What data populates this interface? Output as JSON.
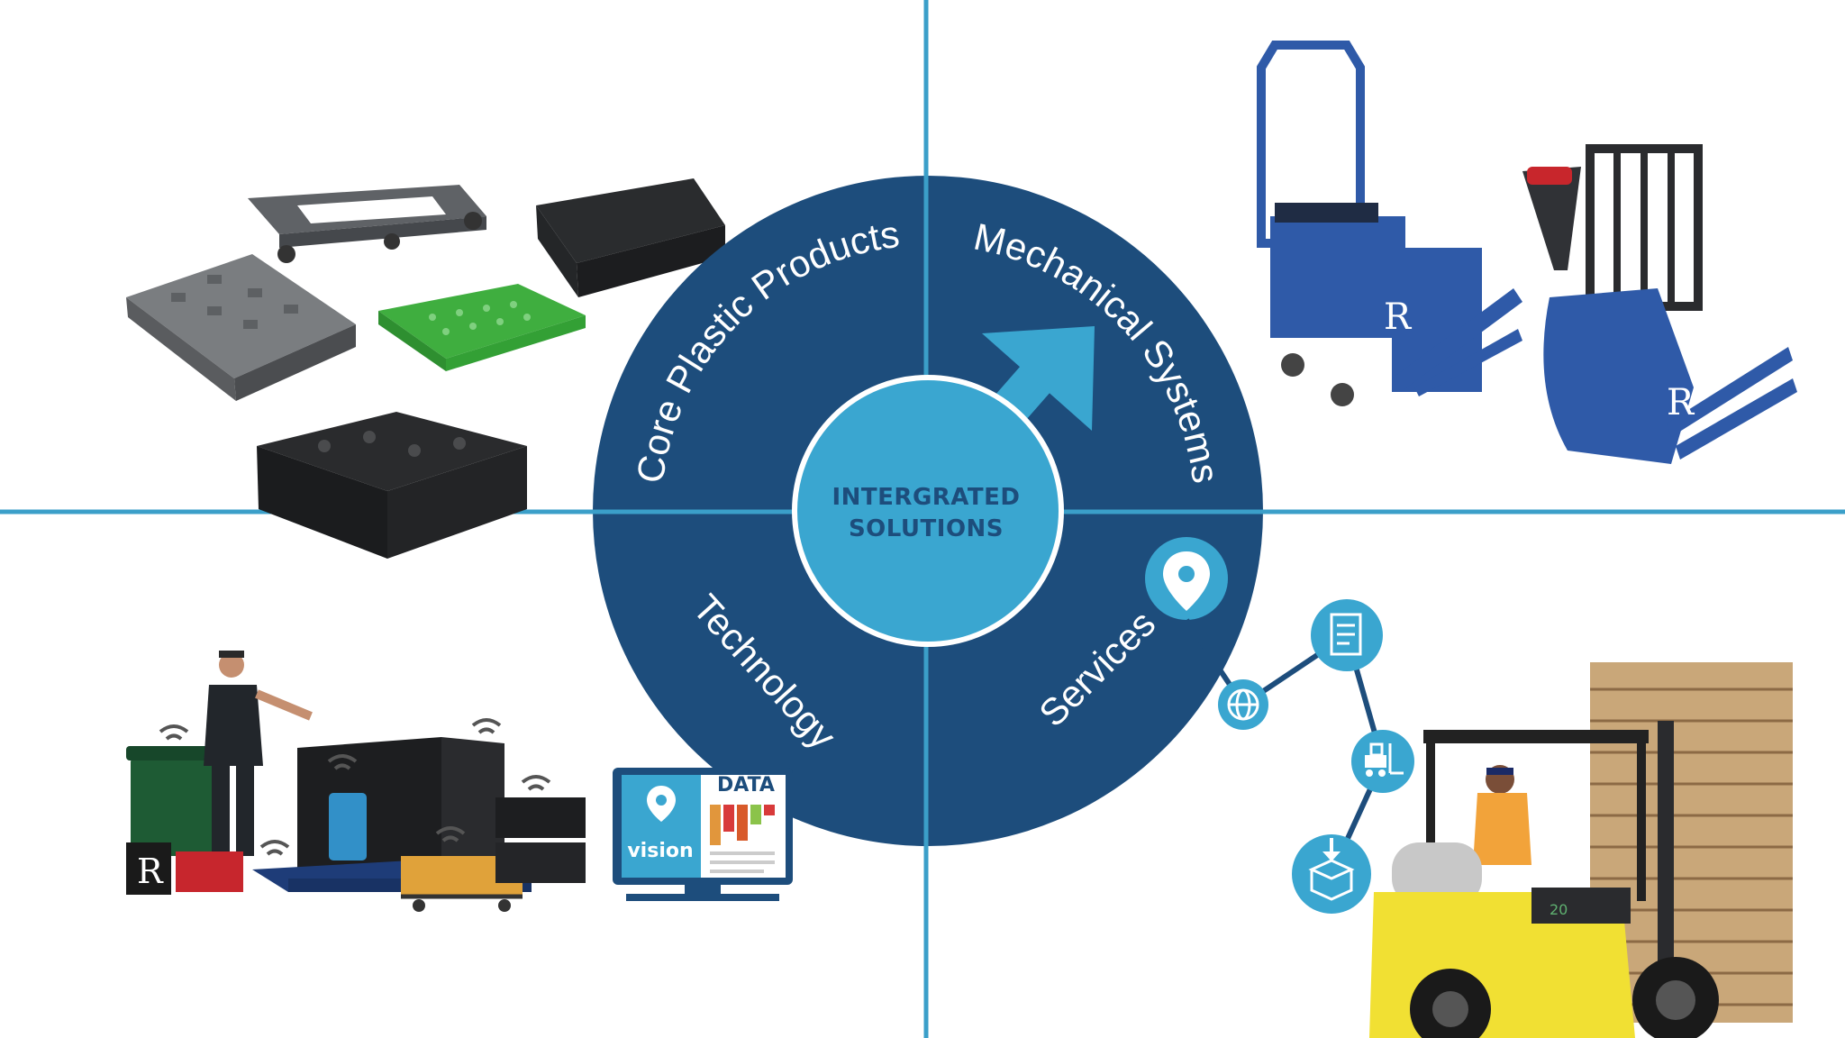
{
  "colors": {
    "navy": "#1d4d7c",
    "cyan": "#3aa6d0",
    "divider": "#3b9fc9",
    "white": "#ffffff",
    "forklift_yellow": "#f1e033",
    "pallet_wood": "#c9a779",
    "plastic_green": "#3fae3f",
    "plastic_gray": "#6e7175",
    "plastic_black": "#222426",
    "jack_blue": "#2f5aa8"
  },
  "center": {
    "line1": "INTERGRATED",
    "line2": "SOLUTIONS"
  },
  "segments": [
    {
      "id": "core-plastic",
      "label": "Core Plastic Products"
    },
    {
      "id": "mechanical",
      "label": "Mechanical Systems"
    },
    {
      "id": "technology",
      "label": "Technology"
    },
    {
      "id": "services",
      "label": "Services"
    }
  ],
  "vision_monitor": {
    "left_text": "vision",
    "right_title": "DATA"
  },
  "service_icons": [
    "location-pin-icon",
    "globe-icon",
    "document-icon",
    "forklift-icon",
    "download-box-icon"
  ],
  "arrow_icon": "arrow-up-right-icon"
}
